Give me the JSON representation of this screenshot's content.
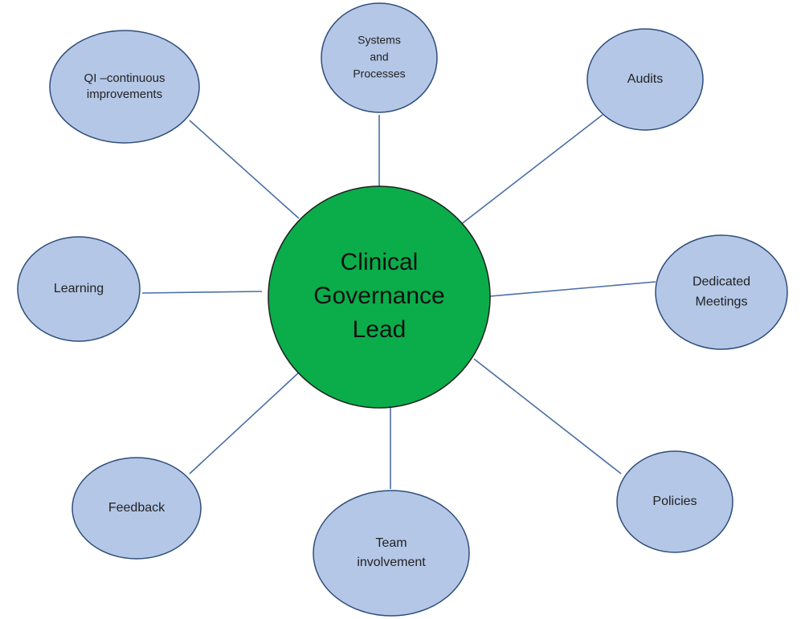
{
  "colors": {
    "center_fill": "#0aad4a",
    "center_stroke": "#1f1f1f",
    "node_fill": "#b4c7e7",
    "node_stroke": "#2f4d7a",
    "connector": "#4a6fa5",
    "background": "#ffffff"
  },
  "center": {
    "lines": [
      "Clinical",
      "Governance",
      "Lead"
    ]
  },
  "nodes": [
    {
      "id": "qi",
      "lines": [
        "QI –continuous",
        "improvements"
      ]
    },
    {
      "id": "systems",
      "lines": [
        "Systems",
        "and",
        "Processes"
      ]
    },
    {
      "id": "audits",
      "lines": [
        "Audits"
      ]
    },
    {
      "id": "dedicated-meetings",
      "lines": [
        "Dedicated",
        "Meetings"
      ]
    },
    {
      "id": "policies",
      "lines": [
        "Policies"
      ]
    },
    {
      "id": "team-involvement",
      "lines": [
        "Team",
        "involvement"
      ]
    },
    {
      "id": "feedback",
      "lines": [
        "Feedback"
      ]
    },
    {
      "id": "learning",
      "lines": [
        "Learning"
      ]
    }
  ]
}
